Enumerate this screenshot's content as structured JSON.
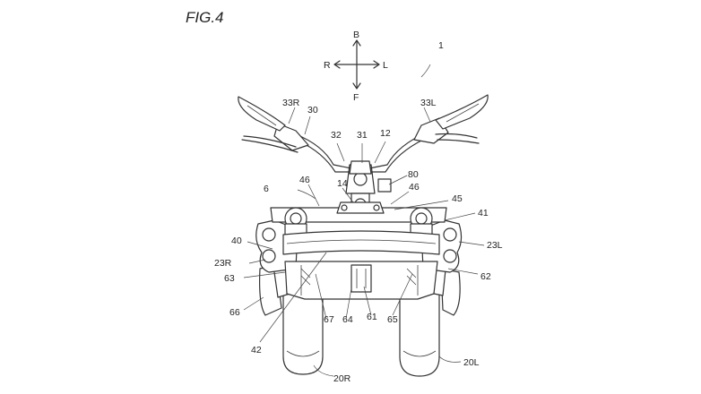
{
  "figure": {
    "title": "FIG.4",
    "directions": {
      "back": "B",
      "front": "F",
      "right": "R",
      "left": "L"
    },
    "labels": [
      {
        "id": "1",
        "text": "1"
      },
      {
        "id": "33R",
        "text": "33R"
      },
      {
        "id": "30",
        "text": "30"
      },
      {
        "id": "33L",
        "text": "33L"
      },
      {
        "id": "32",
        "text": "32"
      },
      {
        "id": "31",
        "text": "31"
      },
      {
        "id": "12",
        "text": "12"
      },
      {
        "id": "80",
        "text": "80"
      },
      {
        "id": "6",
        "text": "6"
      },
      {
        "id": "46a",
        "text": "46"
      },
      {
        "id": "14",
        "text": "14"
      },
      {
        "id": "46b",
        "text": "46"
      },
      {
        "id": "45",
        "text": "45"
      },
      {
        "id": "41",
        "text": "41"
      },
      {
        "id": "40",
        "text": "40"
      },
      {
        "id": "23L",
        "text": "23L"
      },
      {
        "id": "23R",
        "text": "23R"
      },
      {
        "id": "62",
        "text": "62"
      },
      {
        "id": "63",
        "text": "63"
      },
      {
        "id": "66",
        "text": "66"
      },
      {
        "id": "67",
        "text": "67"
      },
      {
        "id": "64",
        "text": "64"
      },
      {
        "id": "61",
        "text": "61"
      },
      {
        "id": "65",
        "text": "65"
      },
      {
        "id": "42",
        "text": "42"
      },
      {
        "id": "20R",
        "text": "20R"
      },
      {
        "id": "20L",
        "text": "20L"
      }
    ]
  }
}
